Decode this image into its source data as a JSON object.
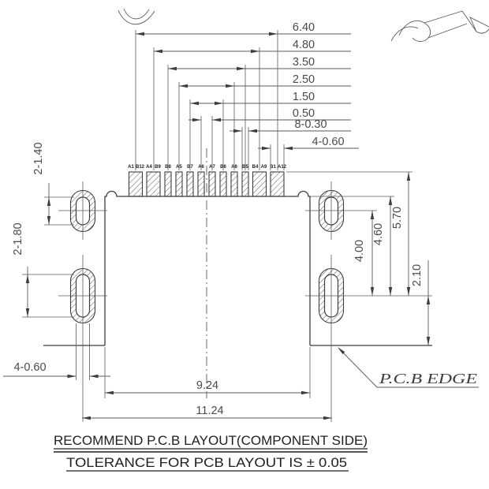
{
  "drawing": {
    "pad_labels": [
      "A1",
      "B12",
      "A4",
      "B9",
      "B8",
      "A5",
      "B7",
      "A6",
      "A7",
      "B6",
      "A8",
      "B5",
      "B4",
      "A9",
      "B1",
      "A12"
    ],
    "dims": {
      "d640": "6.40",
      "d480": "4.80",
      "d350": "3.50",
      "d250": "2.50",
      "d150": "1.50",
      "d050": "0.50",
      "d8030": "8-0.30",
      "d4060_top": "4-0.60",
      "d2140": "2-1.40",
      "d2180": "2-1.80",
      "d4060_bottom": "4-0.60",
      "d400": "4.00",
      "d460": "4.60",
      "d570": "5.70",
      "d210": "2.10",
      "d924": "9.24",
      "d1124": "11.24"
    },
    "labels": {
      "pcb_edge": "P.C.B EDGE"
    },
    "notes": {
      "line1": "RECOMMEND P.C.B LAYOUT(COMPONENT SIDE)",
      "line2": "TOLERANCE FOR PCB LAYOUT IS ± 0.05"
    }
  }
}
